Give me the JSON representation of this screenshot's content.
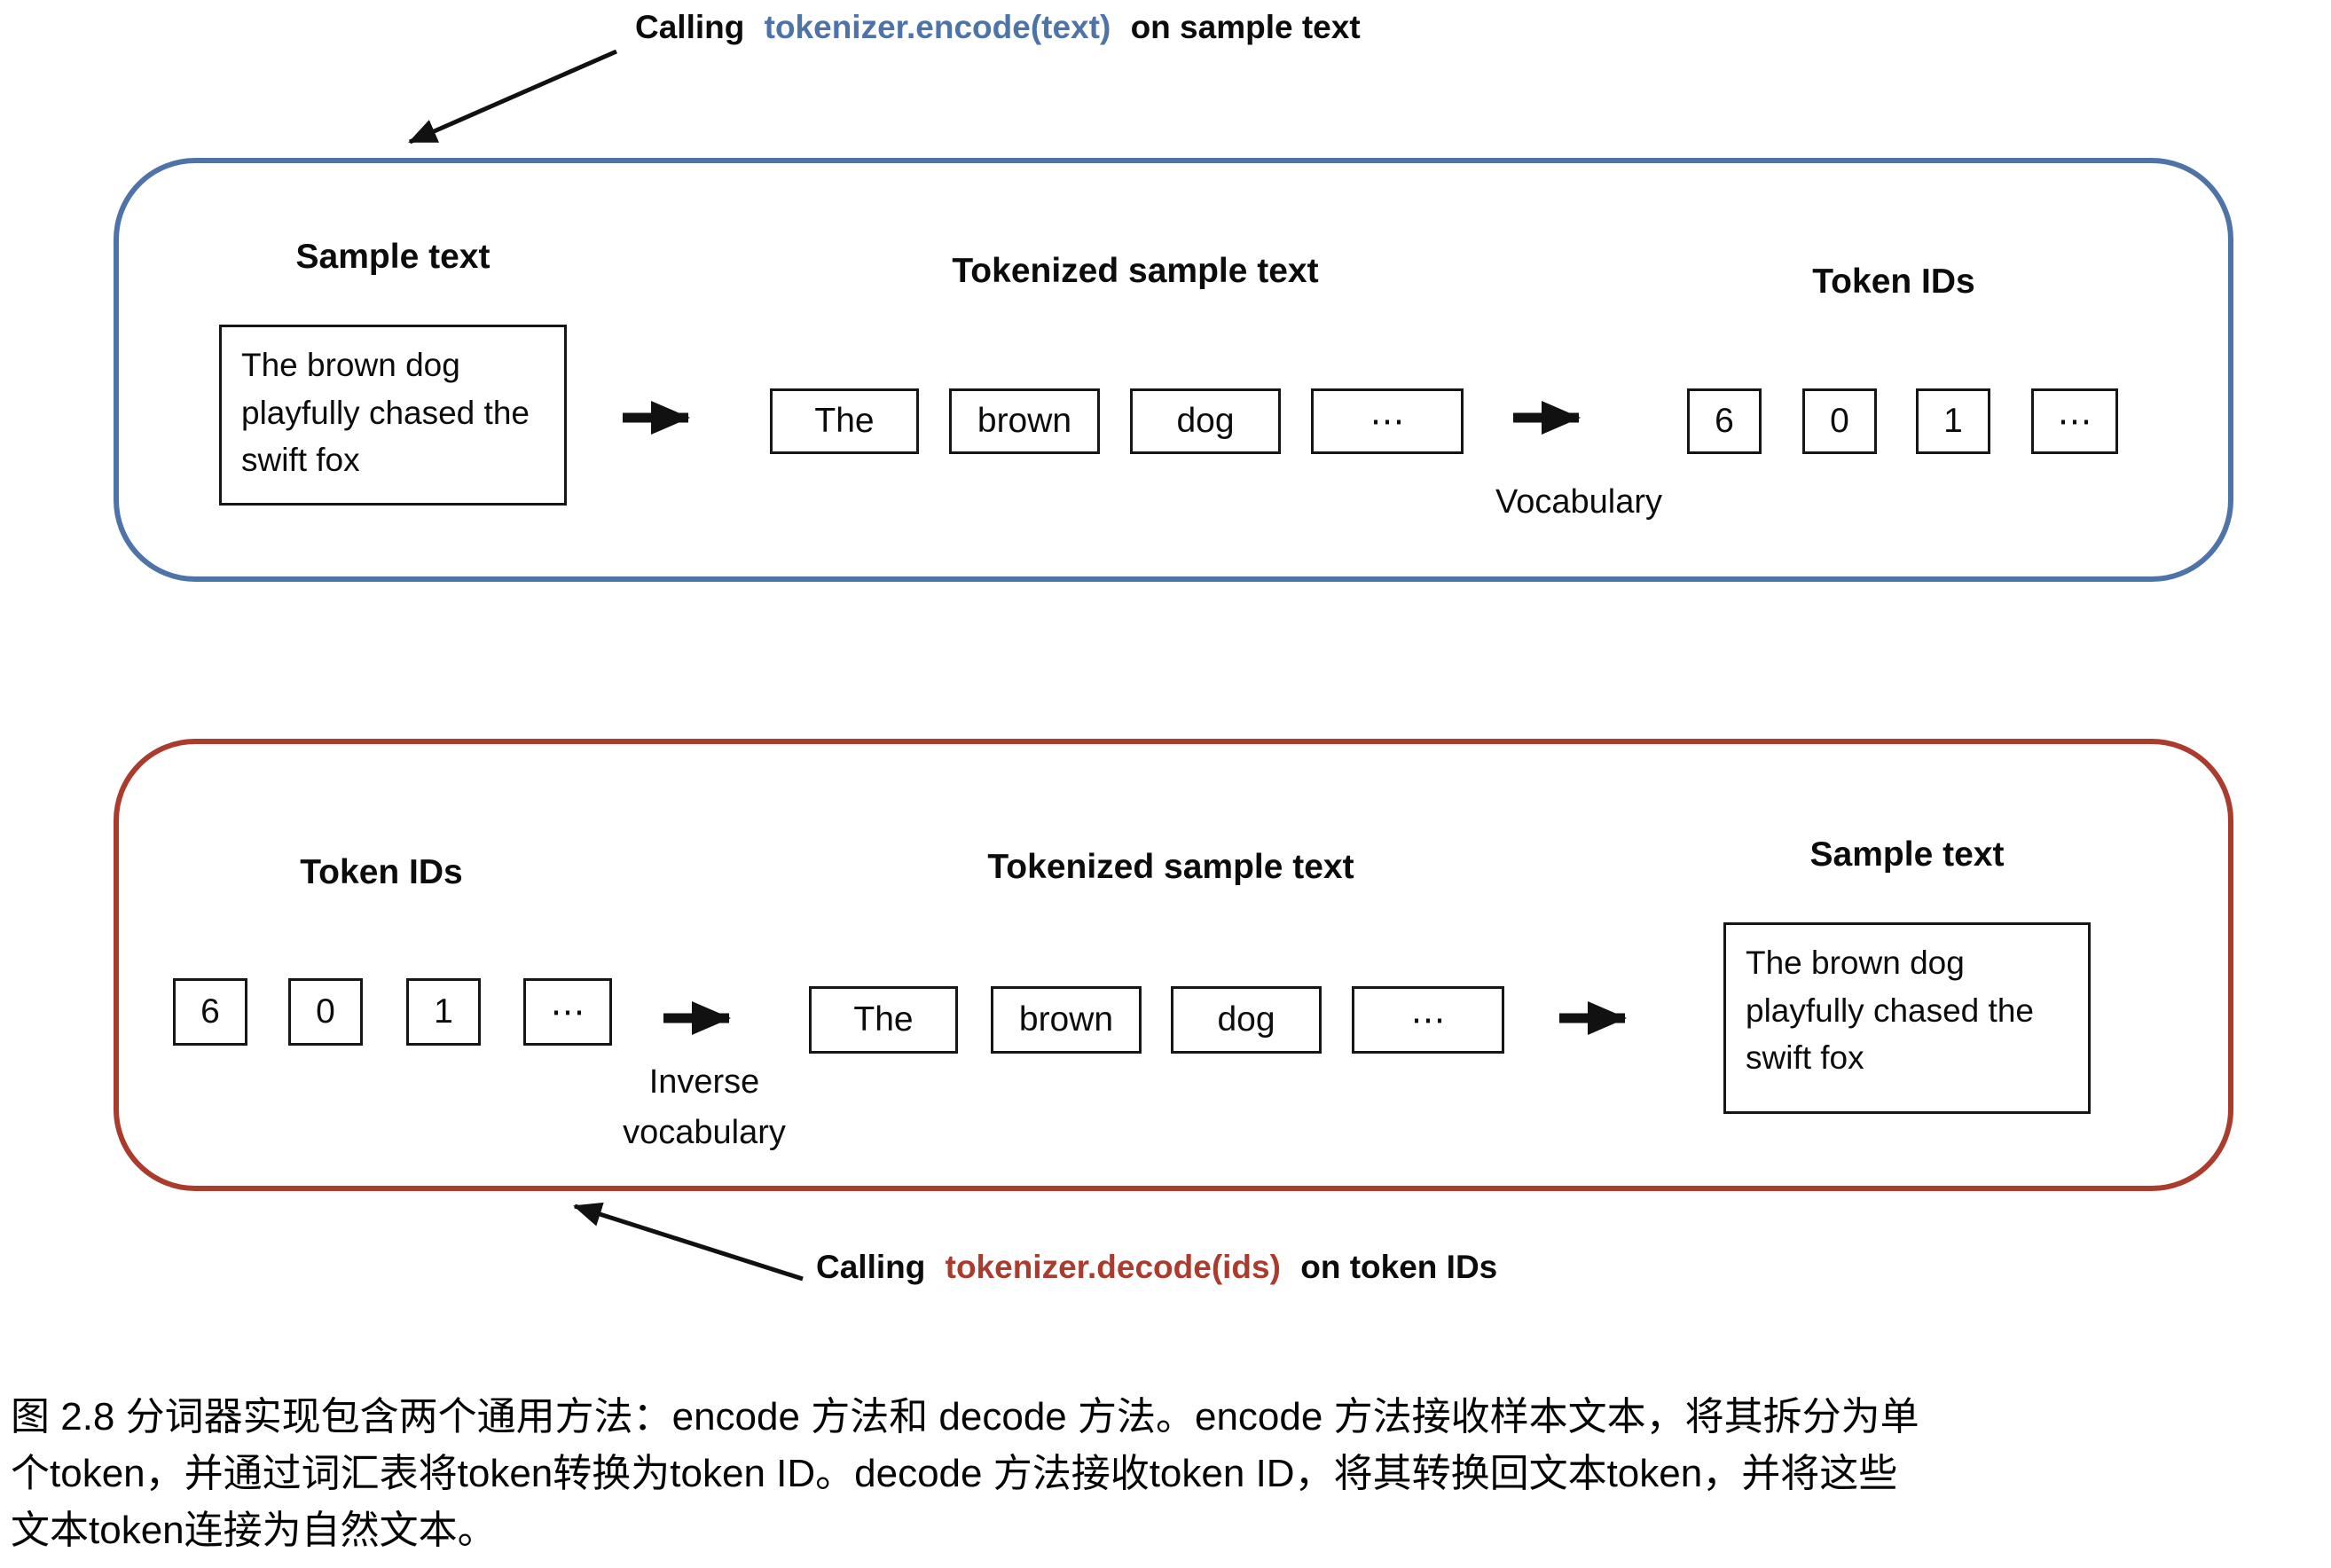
{
  "annotation_encode": {
    "prefix": "Calling",
    "code": "tokenizer.encode(text)",
    "suffix": "on sample text"
  },
  "annotation_decode": {
    "prefix": "Calling",
    "code": "tokenizer.decode(ids)",
    "suffix": "on token IDs"
  },
  "encode_panel": {
    "sample_heading": "Sample text",
    "sample_text": "The brown dog playfully chased the swift fox",
    "tokenized_heading": "Tokenized sample text",
    "tokens": [
      "The",
      "brown",
      "dog",
      "⋯"
    ],
    "vocabulary_label": "Vocabulary",
    "ids_heading": "Token IDs",
    "ids": [
      "6",
      "0",
      "1",
      "⋯"
    ]
  },
  "decode_panel": {
    "ids_heading": "Token IDs",
    "ids": [
      "6",
      "0",
      "1",
      "⋯"
    ],
    "inverse_vocabulary_label": "Inverse vocabulary",
    "tokenized_heading": "Tokenized sample text",
    "tokens": [
      "The",
      "brown",
      "dog",
      "⋯"
    ],
    "sample_heading": "Sample text",
    "sample_text": "The brown dog playfully chased the swift fox"
  },
  "caption": {
    "lines": [
      "图 2.8 分词器实现包含两个通用方法：encode 方法和 decode 方法。encode 方法接收样本文本，将其拆分为单",
      "个token，并通过词汇表将token转换为token ID。decode 方法接收token ID，将其转换回文本token，并将这些",
      "文本token连接为自然文本。"
    ]
  },
  "colors": {
    "encode_accent": "#4e73a8",
    "decode_accent": "#aa3b2d",
    "arrow": "#111111"
  }
}
